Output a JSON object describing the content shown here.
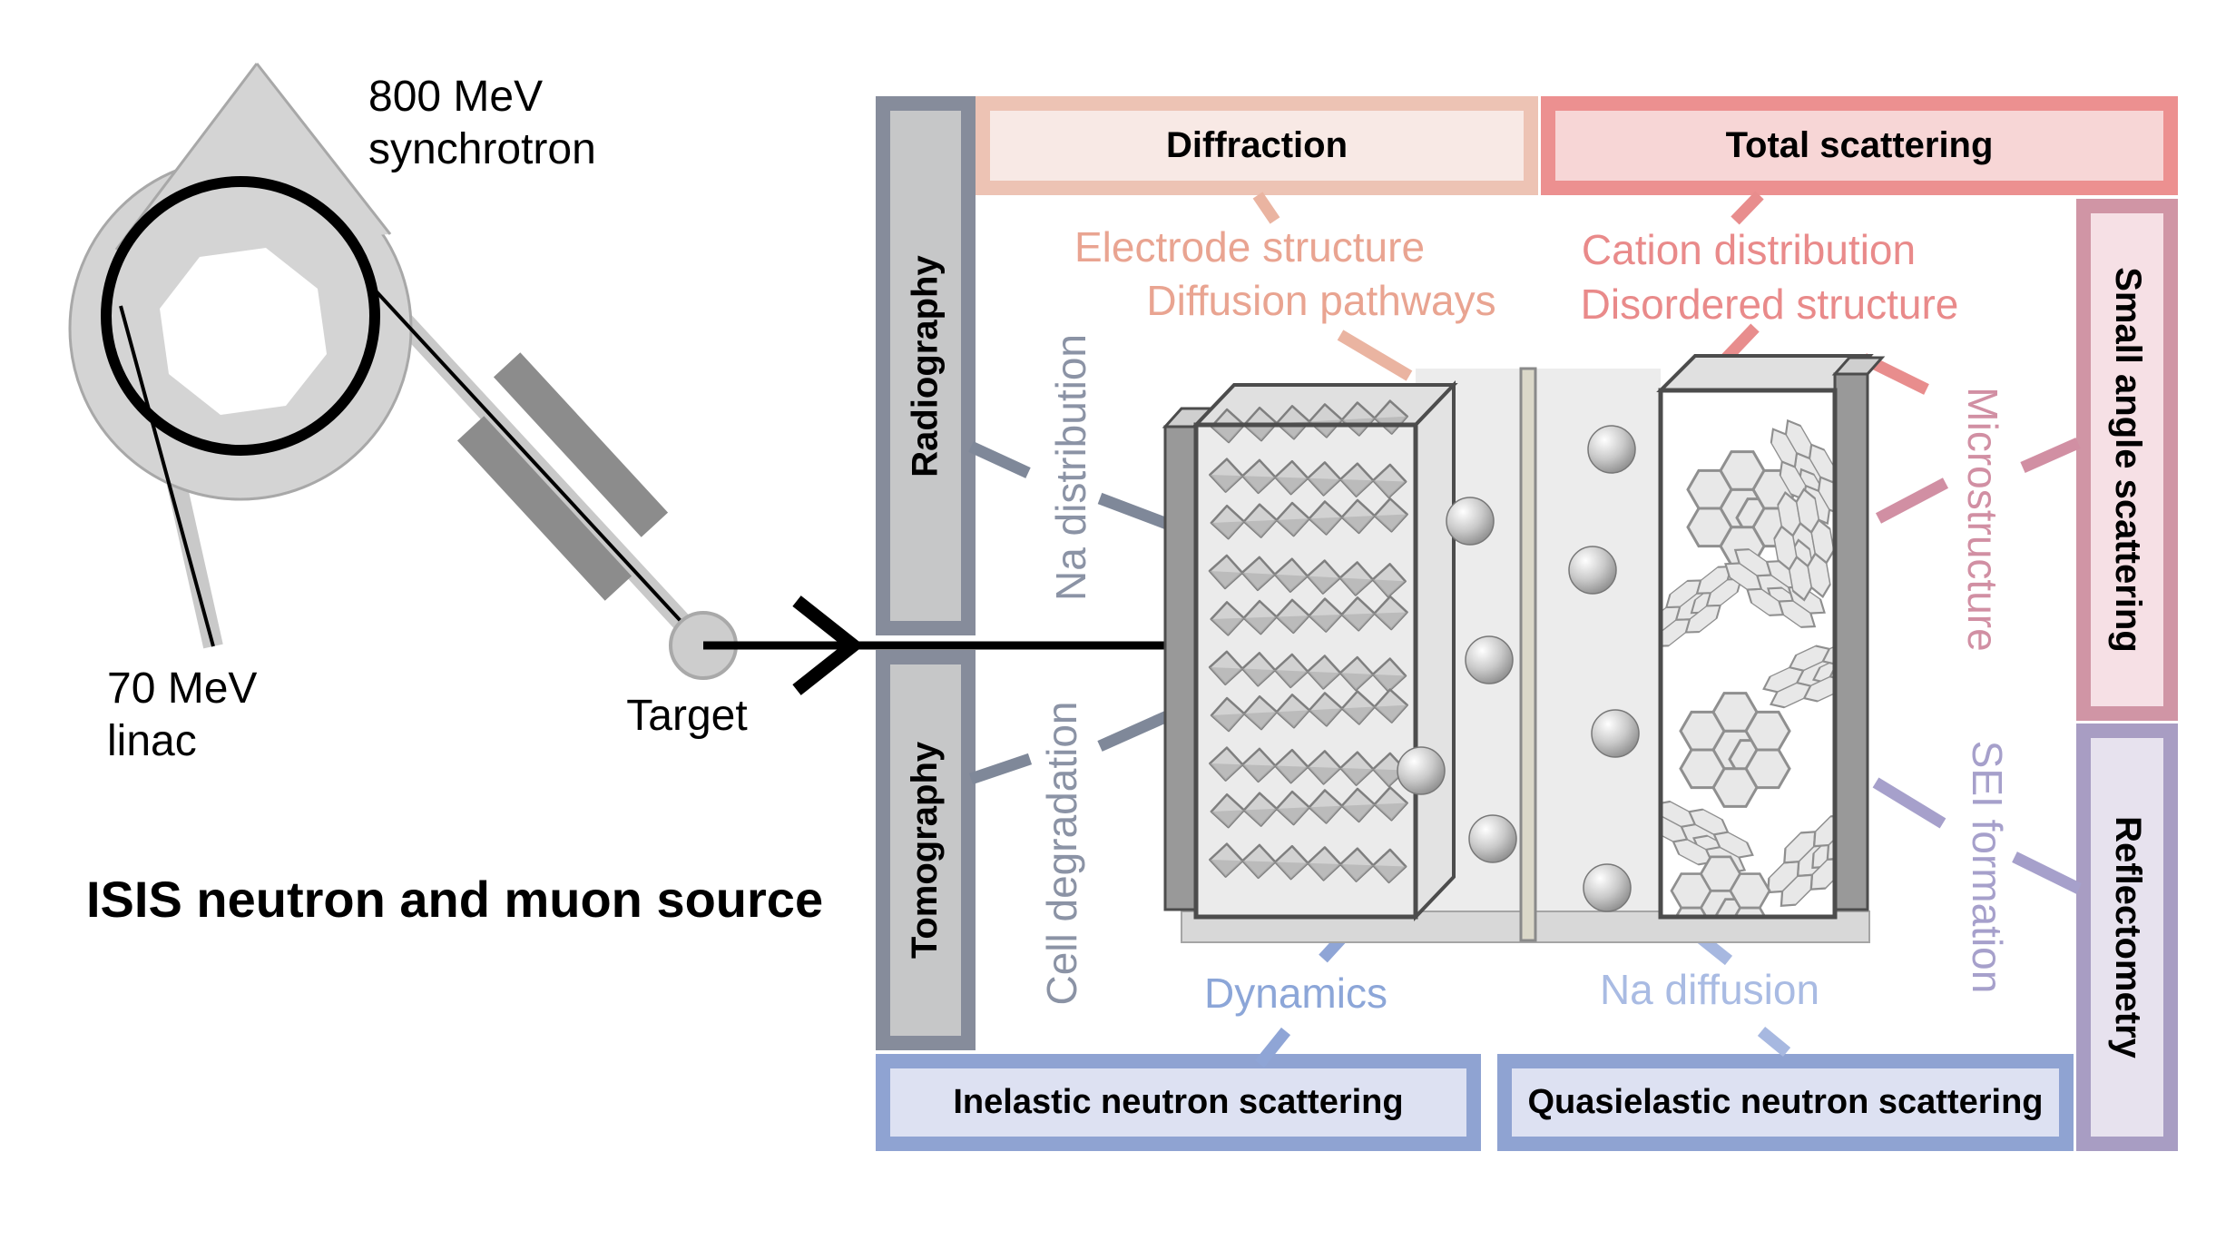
{
  "title": "ISIS neutron and muon source",
  "accelerator": {
    "synchrotron_line1": "800 MeV",
    "synchrotron_line2": "synchrotron",
    "linac_line1": "70 MeV",
    "linac_line2": "linac",
    "target_label": "Target"
  },
  "techniques": {
    "top": [
      {
        "label": "Diffraction",
        "border": "#edc3b4",
        "fill": "#f8e9e5"
      },
      {
        "label": "Total scattering",
        "border": "#ec9090",
        "fill": "#f7d6d6"
      }
    ],
    "left": [
      {
        "label": "Radiography",
        "border": "#868c9b",
        "fill": "#c6c7c8"
      },
      {
        "label": "Tomography",
        "border": "#868c9b",
        "fill": "#c6c7c8"
      }
    ],
    "right": [
      {
        "label": "Small angle scattering",
        "border": "#d095a5",
        "fill": "#f6e0e5"
      },
      {
        "label": "Reflectometry",
        "border": "#a89dc3",
        "fill": "#e7e2ee"
      }
    ],
    "bottom": [
      {
        "label": "Inelastic neutron scattering",
        "border": "#8fa3d2",
        "fill": "#dde1f2"
      },
      {
        "label": "Quasielastic neutron scattering",
        "border": "#8fa3d2",
        "fill": "#dde1f2"
      }
    ]
  },
  "applications": [
    {
      "label": "Electrode structure",
      "color": "#e9a491"
    },
    {
      "label": "Diffusion pathways",
      "color": "#e9a491"
    },
    {
      "label": "Cation distribution",
      "color": "#e98a8a"
    },
    {
      "label": "Disordered structure",
      "color": "#e98a8a"
    },
    {
      "label": "Na distribution",
      "color": "#8b93a5"
    },
    {
      "label": "Cell degradation",
      "color": "#8b93a5"
    },
    {
      "label": "Microstructure",
      "color": "#d18fa3"
    },
    {
      "label": "SEI formation",
      "color": "#a6a0cb"
    },
    {
      "label": "Dynamics",
      "color": "#8ca6d8"
    },
    {
      "label": "Na diffusion",
      "color": "#a9bbe3"
    }
  ]
}
